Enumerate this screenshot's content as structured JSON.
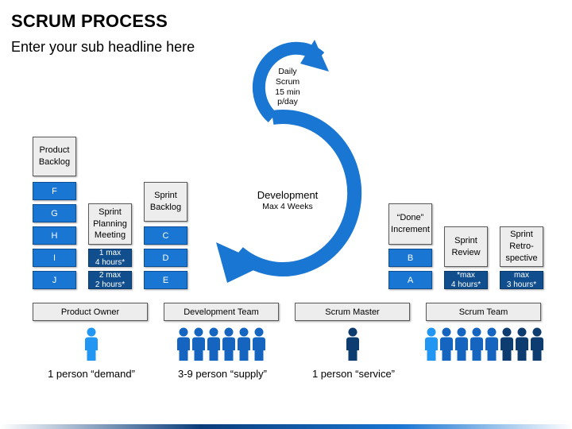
{
  "header": {
    "title": "SCRUM PROCESS",
    "subtitle": "Enter your sub headline here"
  },
  "cycle": {
    "daily": "Daily\nScrum\n15 min\np/day",
    "development_title": "Development",
    "development_sub": "Max 4 Weeks"
  },
  "columns": {
    "product_backlog": {
      "label": "Product\nBacklog",
      "items": [
        "F",
        "G",
        "H",
        "I",
        "J"
      ]
    },
    "sprint_planning": {
      "label": "Sprint\nPlanning\nMeeting",
      "notes": [
        "1 max\n4 hours*",
        "2 max\n2 hours*"
      ]
    },
    "sprint_backlog": {
      "label": "Sprint\nBacklog",
      "items": [
        "C",
        "D",
        "E"
      ]
    },
    "done_increment": {
      "label": "“Done”\nIncrement",
      "items": [
        "B",
        "A"
      ]
    },
    "sprint_review": {
      "label": "Sprint\nReview",
      "note": "*max\n4 hours*"
    },
    "sprint_retro": {
      "label": "Sprint\nRetro-\nspective",
      "note": "max\n3 hours*"
    }
  },
  "roles": [
    {
      "label": "Product Owner",
      "caption": "1 person “demand”"
    },
    {
      "label": "Development Team",
      "caption": "3-9 person “supply”"
    },
    {
      "label": "Scrum Master",
      "caption": "1 person “service”"
    },
    {
      "label": "Scrum Team",
      "caption": ""
    }
  ],
  "colors": {
    "cycle_blue": "#1976d2",
    "box_blue": "#1976d2",
    "box_dark": "#104e8e",
    "person_light": "#2196f3",
    "person_mid": "#1565c0",
    "person_dark": "#0d3c70"
  },
  "icons": {
    "person": "person-icon",
    "cycle_arrow": "arrow-icon"
  }
}
